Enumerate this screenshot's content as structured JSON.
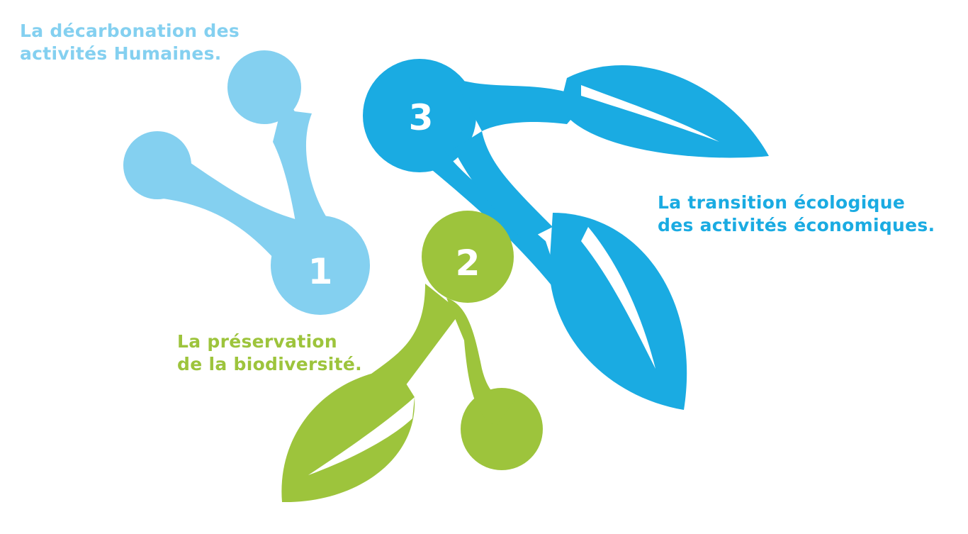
{
  "colors": {
    "light_blue": "#84d0f0",
    "blue": "#1aabe2",
    "green": "#9dc43c"
  },
  "items": [
    {
      "number": "1",
      "line1": "La décarbonation des",
      "line2": "activités Humaines."
    },
    {
      "number": "2",
      "line1": "La préservation",
      "line2": "de la biodiversité."
    },
    {
      "number": "3",
      "line1": "La transition écologique",
      "line2": "des activités économiques."
    }
  ]
}
